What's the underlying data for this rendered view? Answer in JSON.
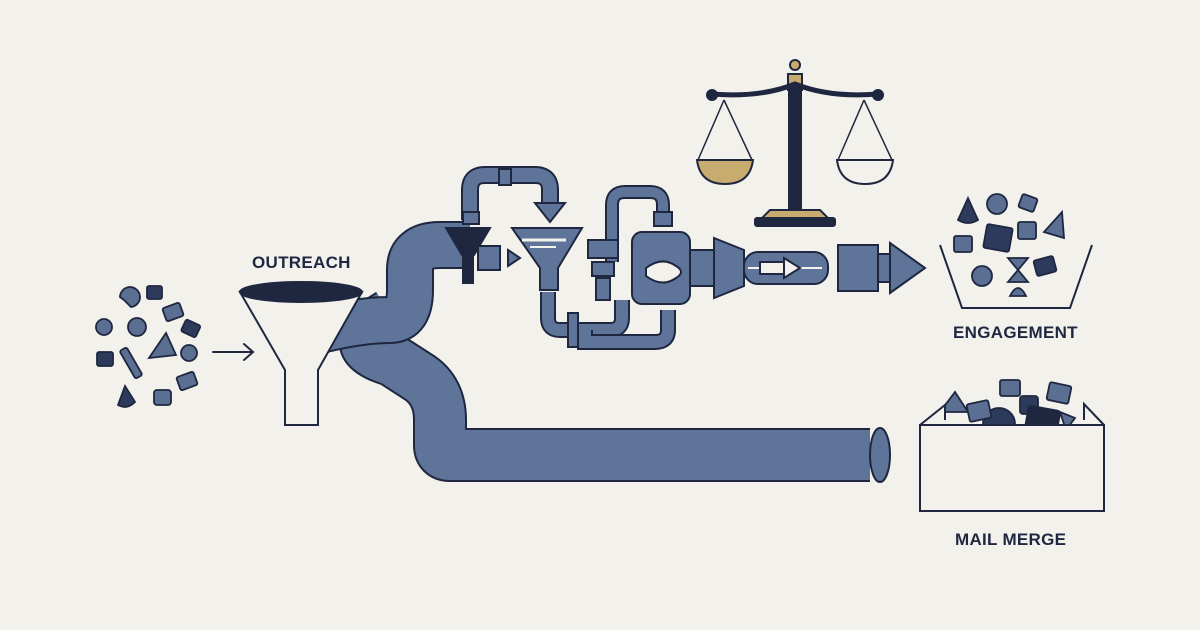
{
  "labels": {
    "outreach": "OUTREACH",
    "engagement": "ENGAGEMENT",
    "mail_merge": "MAIL MERGE"
  },
  "colors": {
    "background": "#f3f1ec",
    "ink": "#1f2740",
    "pipe": "#5e7599",
    "pipe_dark": "#4a5f82",
    "shape_dark": "#2c3a5c",
    "shape_mid": "#5a6f92",
    "gold": "#c8ab6e"
  },
  "icons": [
    "funnel-icon",
    "scale-icon",
    "pipe-icon",
    "arrow-icon",
    "bin-icon",
    "box-icon"
  ]
}
